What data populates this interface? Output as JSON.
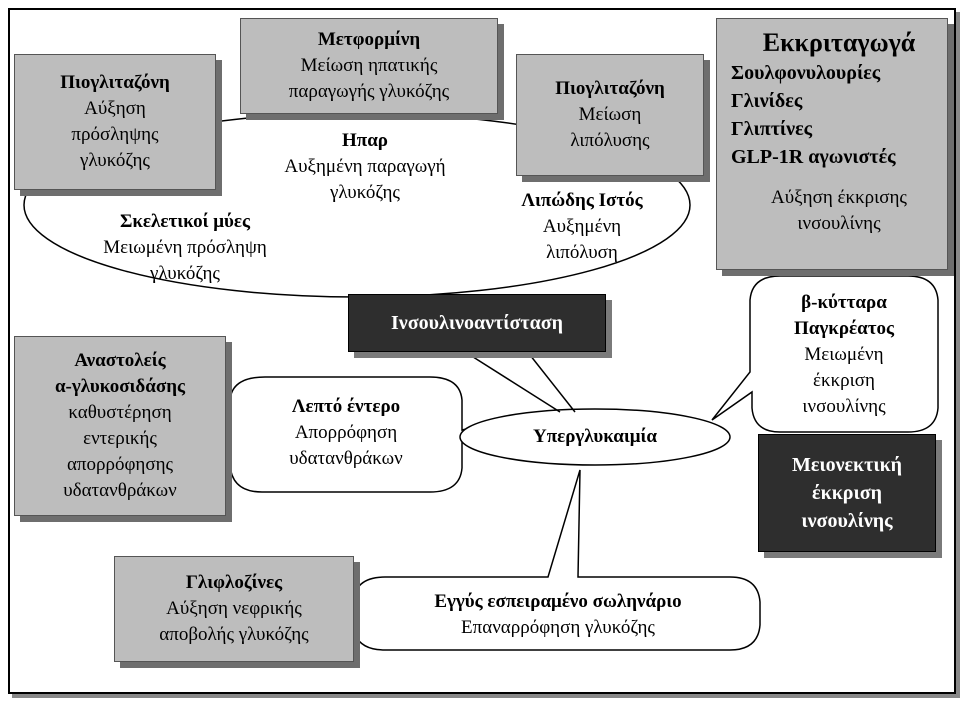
{
  "metformin": {
    "title": "Μετφορμίνη",
    "l1": "Μείωση ηπατικής",
    "l2": "παραγωγής γλυκόζης"
  },
  "pioglitazone_muscle": {
    "title": "Πιογλιταζόνη",
    "l1": "Αύξηση",
    "l2": "πρόσληψης",
    "l3": "γλυκόζης"
  },
  "pioglitazone_fat": {
    "title": "Πιογλιταζόνη",
    "l1": "Μείωση",
    "l2": "λιπόλυσης"
  },
  "secretagogues": {
    "title": "Εκκριταγωγά",
    "l1": "Σουλφονυλουρίες",
    "l2": "Γλινίδες",
    "l3": "Γλιπτίνες",
    "l4": "GLP-1R αγωνιστές",
    "l5": "Αύξηση έκκρισης",
    "l6": "ινσουλίνης"
  },
  "liver": {
    "title": "Ηπαρ",
    "l1": "Αυξημένη παραγωγή",
    "l2": "γλυκόζης"
  },
  "muscle": {
    "title": "Σκελετικοί μύες",
    "l1": "Μειωμένη πρόσληψη",
    "l2": "γλυκόζης"
  },
  "adipose": {
    "title": "Λιπώδης Ιστός",
    "l1": "Αυξημένη",
    "l2": "λιπόλυση"
  },
  "insulin_resistance": {
    "label": "Ινσουλινοαντίσταση"
  },
  "beta_cells": {
    "title1": "β-κύτταρα",
    "title2": "Παγκρέατος",
    "l1": "Μειωμένη",
    "l2": "έκκριση",
    "l3": "ινσουλίνης"
  },
  "agi": {
    "title1": "Αναστολείς",
    "title2": "α-γλυκοσιδάσης",
    "l1": "καθυστέρηση",
    "l2": "εντερικής",
    "l3": "απορρόφησης",
    "l4": "υδατανθράκων"
  },
  "small_intestine": {
    "title": "Λεπτό έντερο",
    "l1": "Απορρόφηση",
    "l2": "υδατανθράκων"
  },
  "hyperglycemia": {
    "label": "Υπεργλυκαιμία"
  },
  "insulin_deficiency": {
    "l1": "Μειονεκτική",
    "l2": "έκκριση",
    "l3": "ινσουλίνης"
  },
  "gliflozins": {
    "title": "Γλιφλοζίνες",
    "l1": "Αύξηση νεφρικής",
    "l2": "αποβολής γλυκόζης"
  },
  "tubule": {
    "title": "Εγγύς εσπειραμένο σωληνάριο",
    "l1": "Επαναρρόφηση γλυκόζης"
  }
}
